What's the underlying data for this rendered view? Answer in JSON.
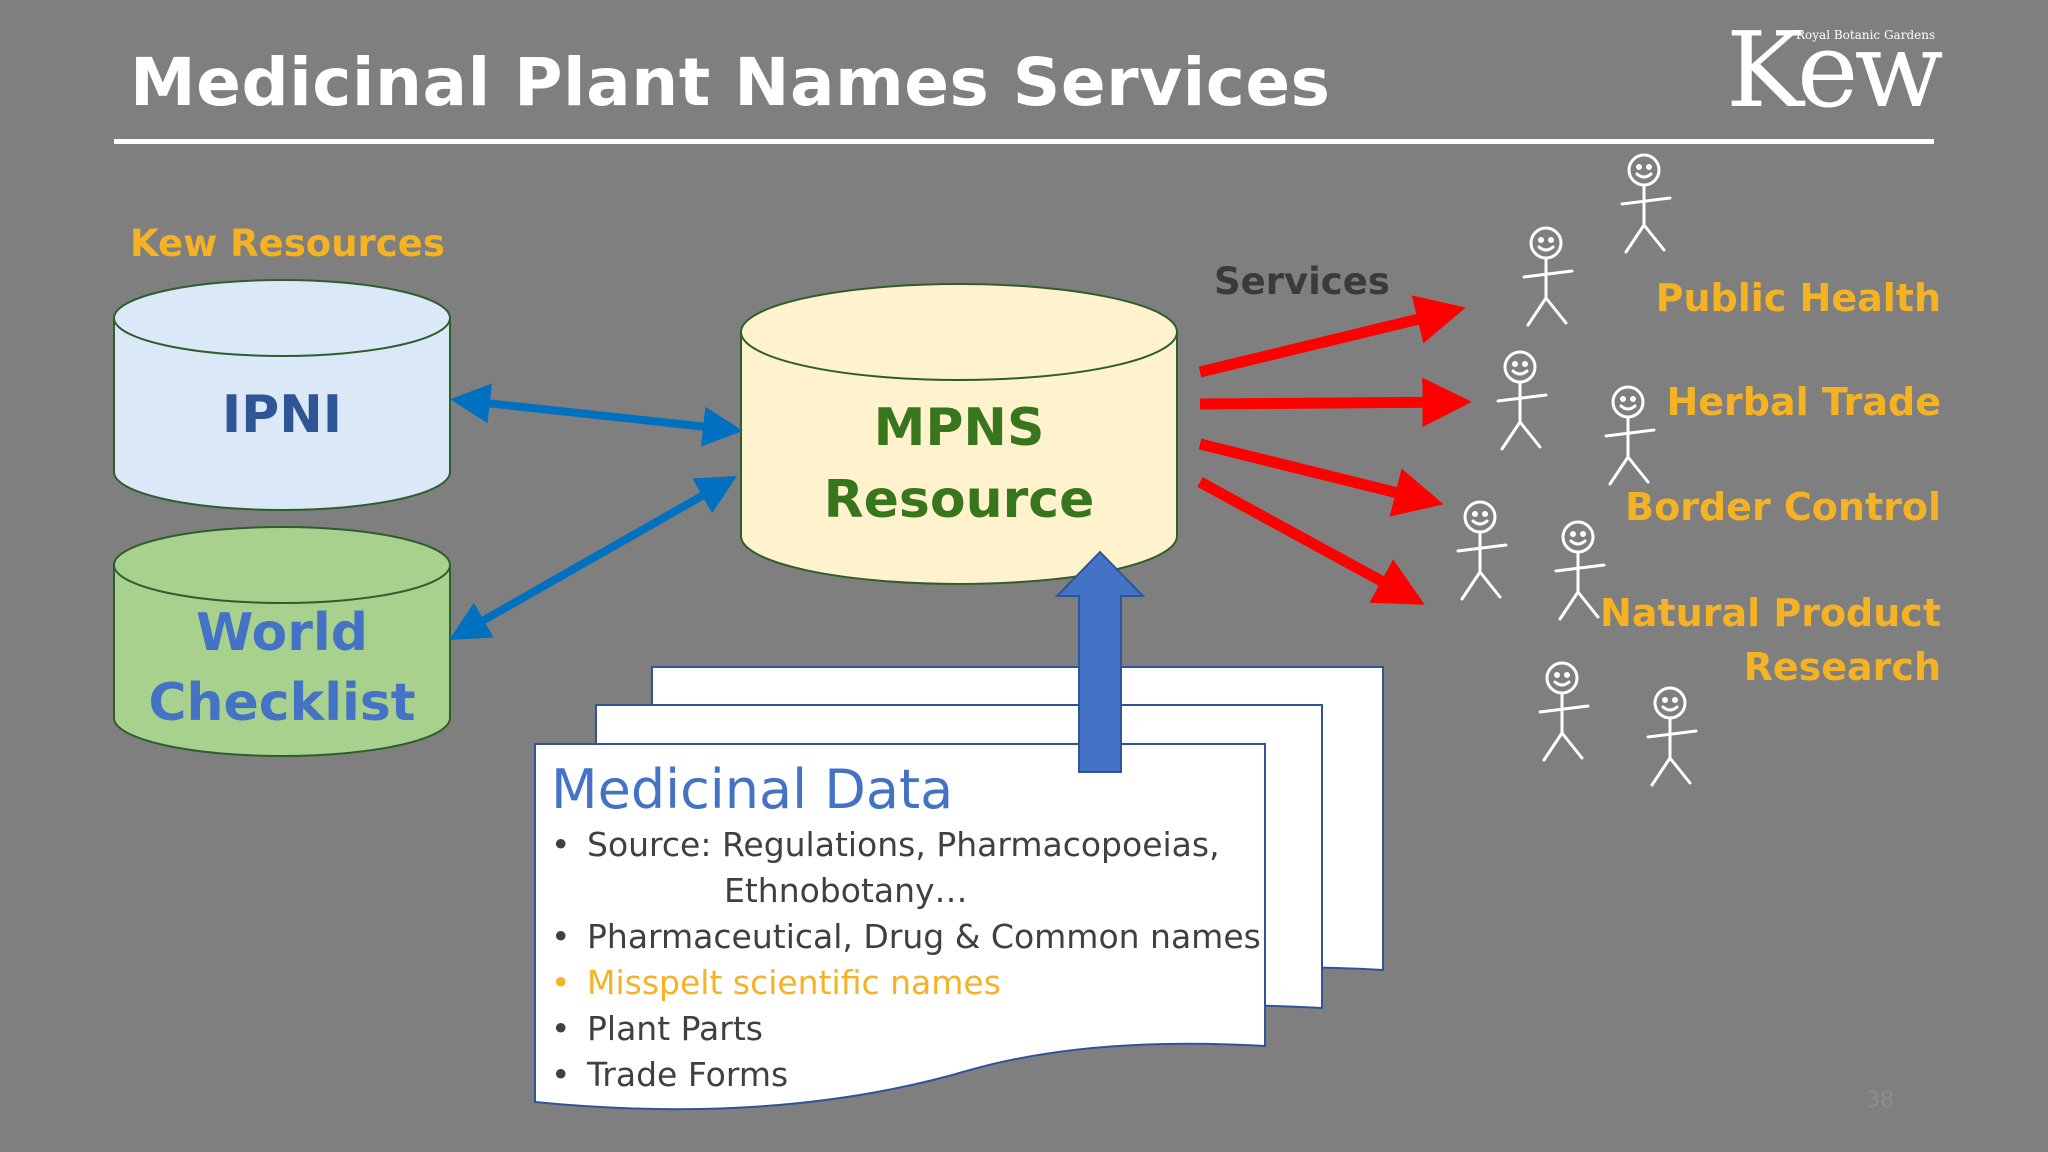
{
  "slide": {
    "title": "Medicinal Plant Names Services",
    "page_number": "38"
  },
  "logo": {
    "small_text": "Royal Botanic Gardens",
    "big_text": "Kew"
  },
  "kew_resources": {
    "heading": "Kew Resources",
    "ipni_label": "IPNI",
    "world_checklist_line1": "World",
    "world_checklist_line2": "Checklist"
  },
  "mpns": {
    "line1": "MPNS",
    "line2": "Resource"
  },
  "services": {
    "heading": "Services",
    "audiences": [
      "Public Health",
      "Herbal Trade",
      "Border Control",
      "Natural Product",
      "Research"
    ]
  },
  "medicinal_data": {
    "title": "Medicinal Data",
    "items": [
      {
        "bullet": "•",
        "text": "Source:  Regulations, Pharmacopoeias,"
      },
      {
        "bullet": "",
        "text": "Ethnobotany…"
      },
      {
        "bullet": "•",
        "text": "Pharmaceutical, Drug & Common names"
      },
      {
        "bullet": "•",
        "text": "Misspelt scientific names"
      },
      {
        "bullet": "•",
        "text": "Plant Parts"
      },
      {
        "bullet": "•",
        "text": "Trade Forms"
      }
    ]
  },
  "colors": {
    "background": "#7f7f7f",
    "accent_orange": "#f5b324",
    "ipni_fill": "#dae8f7",
    "ipni_text": "#2f5597",
    "checklist_fill": "#a9d18e",
    "checklist_text": "#4472c4",
    "mpns_fill": "#fff2cc",
    "mpns_text": "#38761d",
    "arrow_blue": "#0070c0",
    "arrow_red": "#ff0000",
    "up_arrow": "#4472c4"
  },
  "icons": [
    "double-arrow-icon",
    "red-arrow-icon",
    "up-arrow-icon",
    "stick-figure-icon"
  ]
}
